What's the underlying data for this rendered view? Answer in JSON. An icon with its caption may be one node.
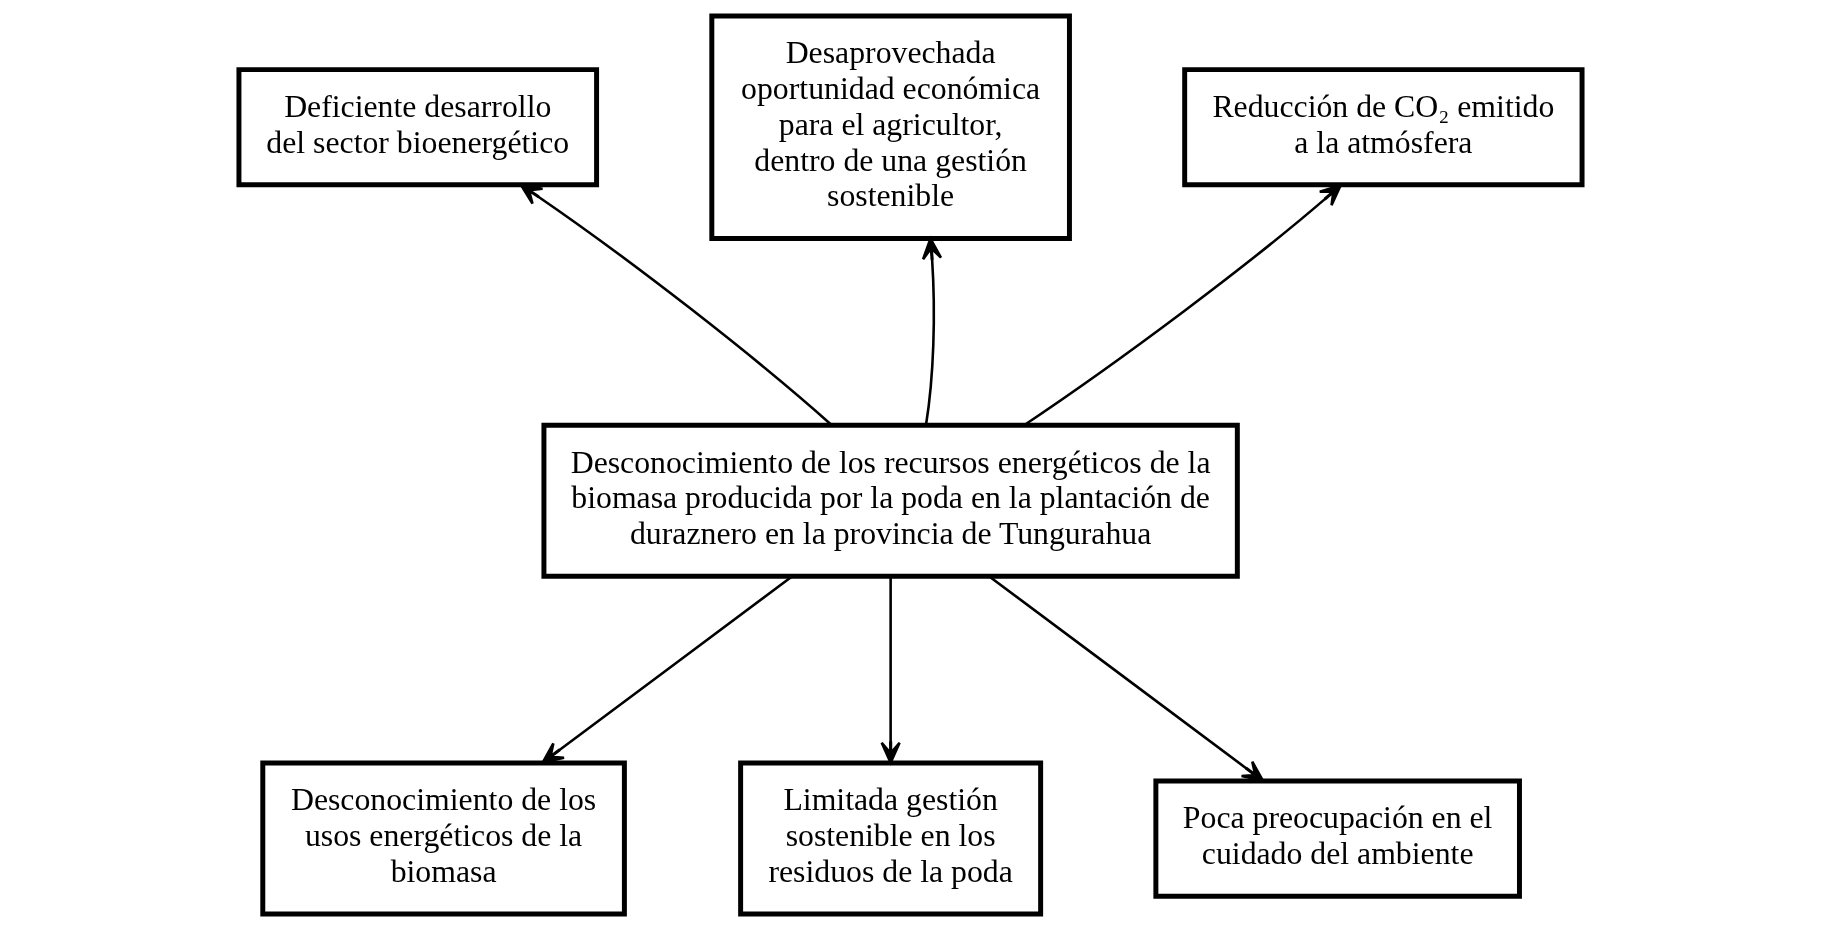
{
  "diagram": {
    "nodes": [
      {
        "text": [
          "Deficiente desarrollo del sector bioenergético"
        ]
      },
      {
        "text": [
          "Desaprovechada oportunidad económica para el agricultor, dentro de una gestión sostenible"
        ]
      },
      {
        "text": [
          "Reducción de CO₂ emitido a la atmósfera"
        ]
      },
      {
        "text": [
          "Desconocimiento de los recursos energéticos de la biomasa producida por la poda en la plantación de duraznero en la provincia de Tungurahua"
        ]
      },
      {
        "text": [
          "Desconocimiento de los usos energéticos de la biomasa"
        ]
      },
      {
        "text": [
          "Limitada gestión sostenible en los residuos de la poda"
        ]
      },
      {
        "text": [
          "Poca preocupación en el cuidado del ambiente"
        ]
      }
    ],
    "edges": [
      {
        "from": 3,
        "to": 0,
        "arrow": "to"
      },
      {
        "from": 3,
        "to": 1,
        "arrow": "to"
      },
      {
        "from": 3,
        "to": 2,
        "arrow": "to"
      },
      {
        "from": 3,
        "to": 4,
        "arrow": "to"
      },
      {
        "from": 3,
        "to": 5,
        "arrow": "to"
      },
      {
        "from": 3,
        "to": 6,
        "arrow": "to"
      }
    ]
  }
}
